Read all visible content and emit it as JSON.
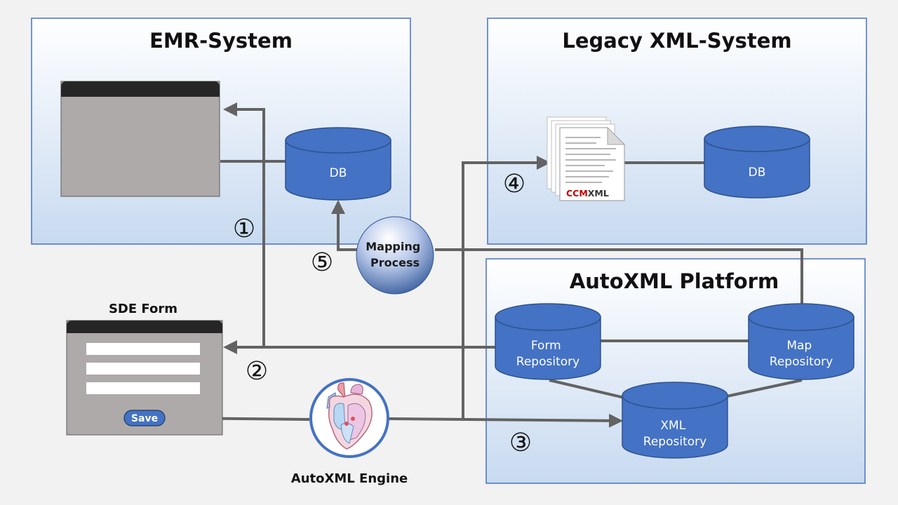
{
  "systems": {
    "emr": {
      "title": "EMR-System",
      "db_label": "DB"
    },
    "legacy": {
      "title": "Legacy XML-System",
      "db_label": "DB",
      "doc_logo_ccm": "CCM",
      "doc_logo_xml": "XML"
    },
    "autoxml": {
      "title": "AutoXML Platform",
      "form_repo": [
        "Form",
        "Repository"
      ],
      "map_repo": [
        "Map",
        "Repository"
      ],
      "xml_repo": [
        "XML",
        "Repository"
      ]
    }
  },
  "mapping": {
    "line1": "Mapping",
    "line2": "Process"
  },
  "sde_form": {
    "title": "SDE Form",
    "save_label": "Save"
  },
  "engine": {
    "label": "AutoXML Engine"
  },
  "steps": [
    "①",
    "②",
    "③",
    "④",
    "⑤"
  ],
  "colors": {
    "panel_border": "#4472c4",
    "db_fill": "#4472c4",
    "db_stroke": "#2f528f",
    "arrow": "#636363",
    "window_bar": "#262626",
    "window_body": "#aeaaaa"
  }
}
